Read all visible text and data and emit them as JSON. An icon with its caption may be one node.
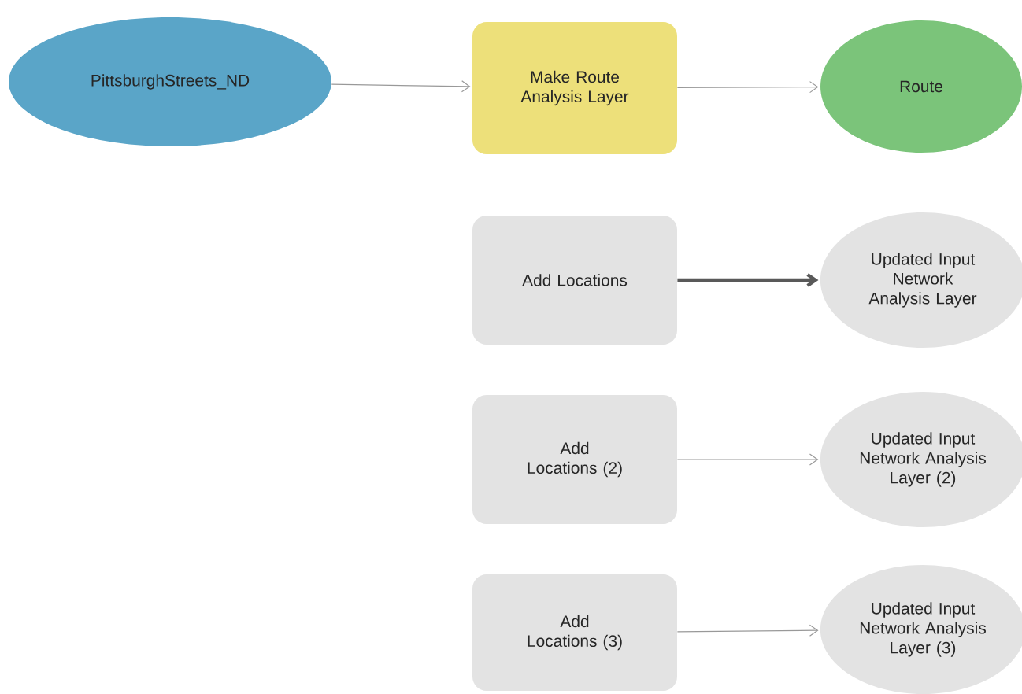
{
  "diagram": {
    "nodes": [
      {
        "text": [
          "PittsburghStreets_ND"
        ]
      },
      {
        "text": [
          "Make Route Analysis Layer"
        ]
      },
      {
        "text": [
          "Route"
        ]
      },
      {
        "text": [
          "Add Locations"
        ]
      },
      {
        "text": [
          "Updated Input Network Analysis Layer"
        ]
      },
      {
        "text": [
          "Add Locations (2)"
        ]
      },
      {
        "text": [
          "Updated Input Network Analysis Layer (2)"
        ]
      },
      {
        "text": [
          "Add Locations (3)"
        ]
      },
      {
        "text": [
          "Updated Input Network Analysis Layer (3)"
        ]
      }
    ],
    "edges": [
      {
        "from": 0,
        "to": 1,
        "arrow": "to"
      },
      {
        "from": 1,
        "to": 2,
        "arrow": "to"
      },
      {
        "from": 3,
        "to": 4,
        "arrow": "to",
        "style": "thick"
      },
      {
        "from": 5,
        "to": 6,
        "arrow": "to"
      },
      {
        "from": 7,
        "to": 8,
        "arrow": "to"
      }
    ]
  }
}
